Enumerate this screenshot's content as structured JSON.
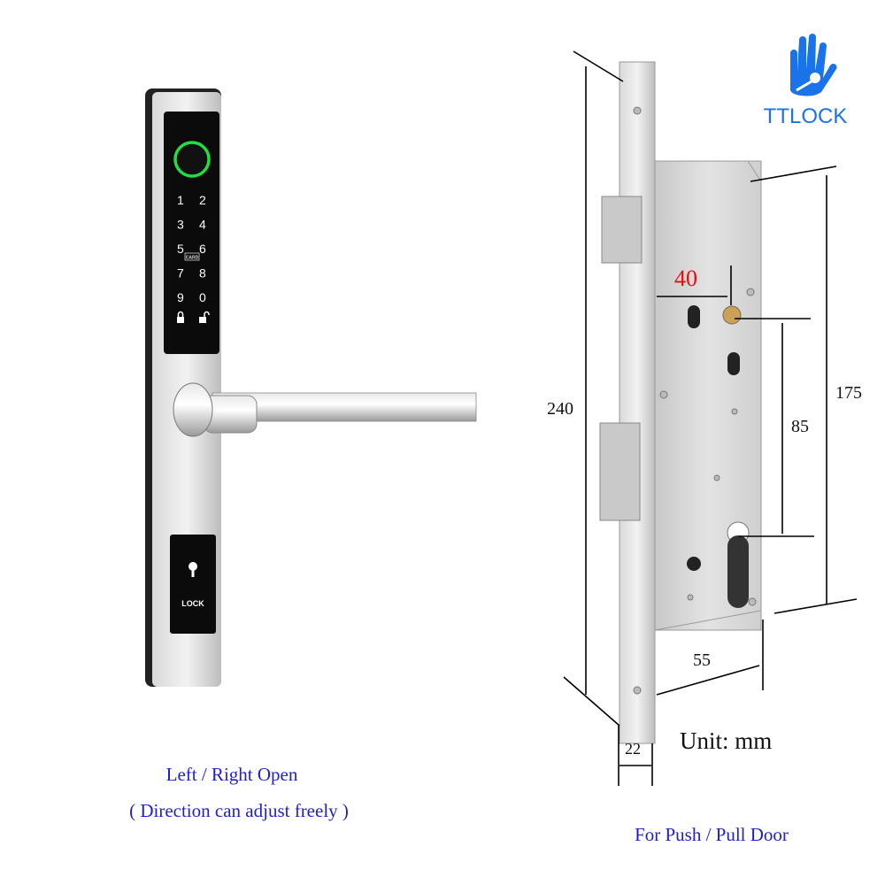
{
  "brand": {
    "name": "TTLOCK",
    "color": "#1a73e8",
    "icon": "hand-key-icon"
  },
  "lock_panel": {
    "keypad": [
      "1",
      "2",
      "3",
      "4",
      "5",
      "6",
      "7",
      "8",
      "9",
      "0"
    ],
    "card_label": "CARD",
    "lock_icon": "lock-icon",
    "unlock_icon": "unlock-icon",
    "fingerprint_ring_color": "#22dd44",
    "lock_button_label": "LOCK"
  },
  "captions": {
    "left_line1": "Left / Right Open",
    "left_line2": "( Direction can adjust freely )",
    "right": "For Push / Pull Door",
    "color": "#1f1fcf"
  },
  "dimensions": {
    "height_total": "240",
    "case_height": "175",
    "center_distance": "85",
    "backset": "40",
    "case_depth": "55",
    "faceplate_width": "22",
    "unit": "Unit: mm",
    "backset_color": "#e01010"
  }
}
